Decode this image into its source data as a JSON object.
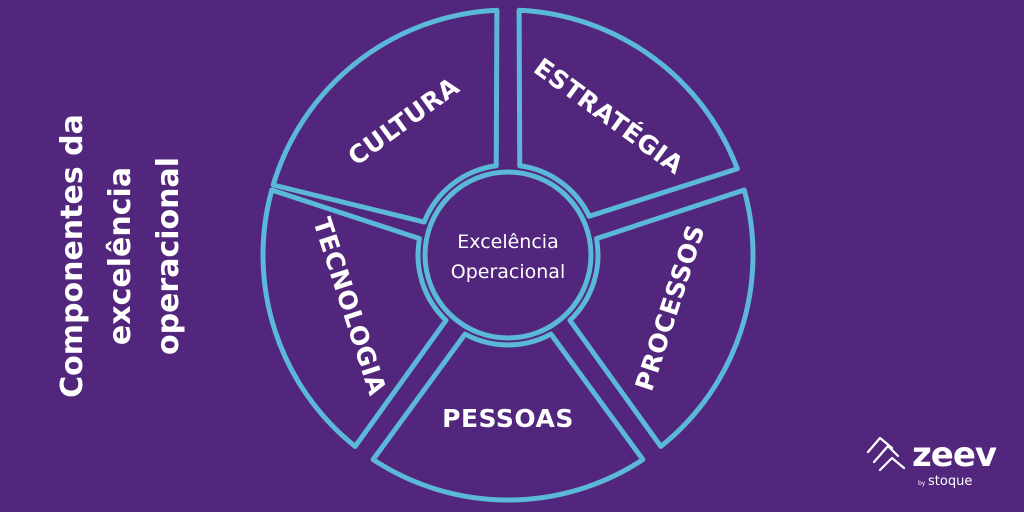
{
  "title": {
    "lines": [
      "Componentes da",
      "excelência",
      "operacional"
    ]
  },
  "diagram": {
    "center": {
      "lines": [
        "Excelência",
        "Operacional"
      ]
    },
    "segments": [
      {
        "id": "cultura",
        "label": "CULTURA"
      },
      {
        "id": "estrategia",
        "label": "ESTRATÉGIA"
      },
      {
        "id": "processos",
        "label": "PROCESSOS"
      },
      {
        "id": "pessoas",
        "label": "PESSOAS"
      },
      {
        "id": "tecnologia",
        "label": "TECNOLOGIA"
      }
    ]
  },
  "logo": {
    "name": "zeev",
    "by": "by",
    "company": "stoque",
    "icon": "zeev-mark-icon"
  },
  "colors": {
    "background": "#51267c",
    "outline": "#5bb8d8",
    "text": "#ffffff"
  }
}
